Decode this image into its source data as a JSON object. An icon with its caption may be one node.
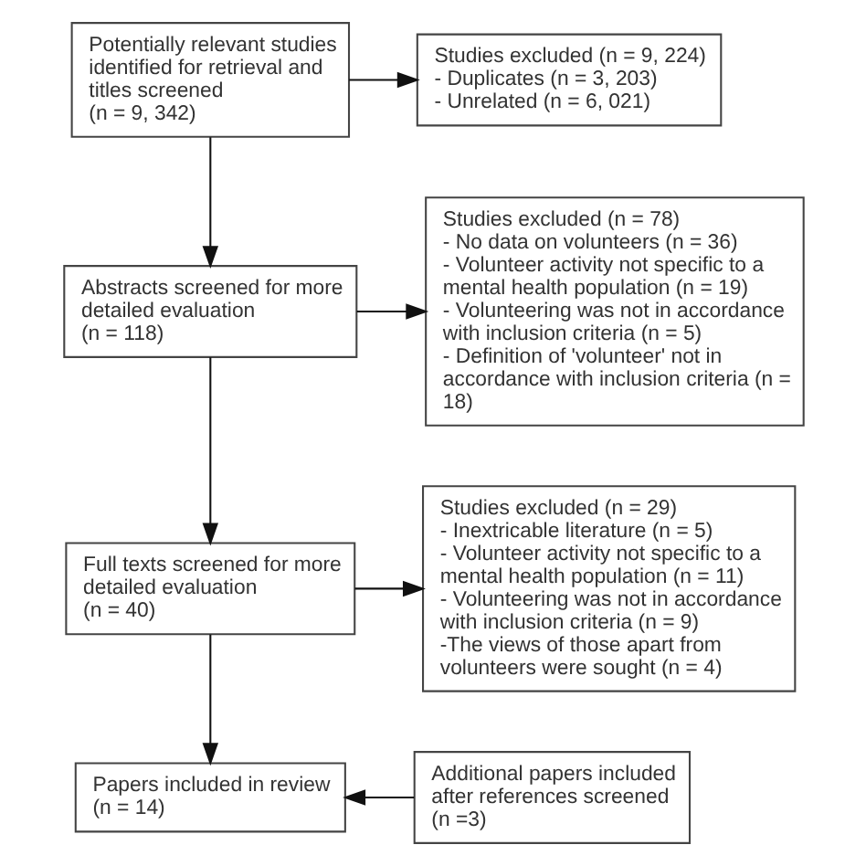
{
  "diagram": {
    "nodes": [
      {
        "text": [
          "Potentially relevant studies identified for retrieval and titles screened",
          "(n = 9, 342)"
        ]
      },
      {
        "text": [
          "Studies excluded (n = 9, 224)",
          "- Duplicates (n = 3, 203)",
          "- Unrelated (n = 6, 021)"
        ]
      },
      {
        "text": [
          "Abstracts screened for more detailed evaluation",
          "(n = 118)"
        ]
      },
      {
        "text": [
          "Studies excluded (n = 78)",
          "- No data on volunteers (n = 36)",
          "- Volunteer activity not specific to a mental health population (n = 19)",
          "- Volunteering was not in accordance with inclusion criteria (n = 5)",
          "- Definition of 'volunteer' not in accordance with inclusion criteria (n = 18)"
        ]
      },
      {
        "text": [
          "Full texts screened for more detailed evaluation",
          "(n = 40)"
        ]
      },
      {
        "text": [
          "Studies excluded (n = 29)",
          "- Inextricable literature (n = 5)",
          "- Volunteer activity not specific to a mental health population (n = 11)",
          "- Volunteering was not in accordance with inclusion criteria (n = 9)",
          "-The views of those apart from volunteers were sought (n = 4)"
        ]
      },
      {
        "text": [
          "Papers included in review",
          "(n = 14)"
        ]
      },
      {
        "text": [
          "Additional papers included after references screened",
          "(n =3)"
        ]
      }
    ],
    "edges": [
      {
        "from": 0,
        "to": 1,
        "arrow": "to"
      },
      {
        "from": 0,
        "to": 2,
        "arrow": "to"
      },
      {
        "from": 2,
        "to": 3,
        "arrow": "to"
      },
      {
        "from": 2,
        "to": 4,
        "arrow": "to"
      },
      {
        "from": 4,
        "to": 5,
        "arrow": "to"
      },
      {
        "from": 4,
        "to": 6,
        "arrow": "to"
      },
      {
        "from": 7,
        "to": 6,
        "arrow": "to"
      }
    ]
  }
}
